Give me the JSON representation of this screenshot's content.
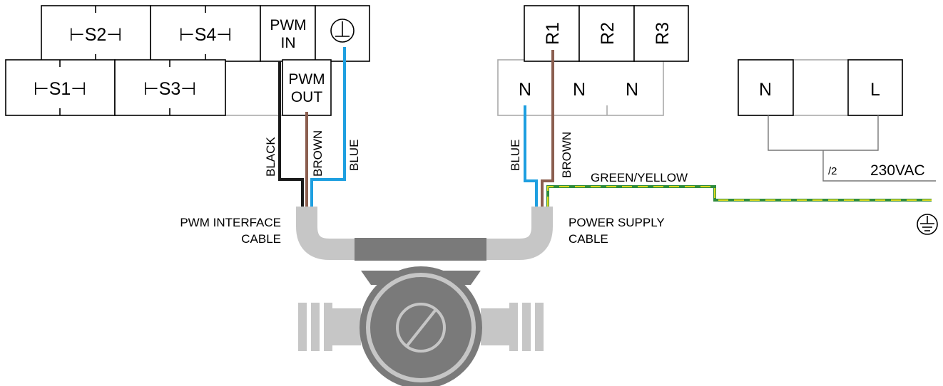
{
  "terminals_left": {
    "s1": "⊢S1⊣",
    "s2": "⊢S2⊣",
    "s3": "⊢S3⊣",
    "s4": "⊢S4⊣",
    "pwm_in": [
      "PWM",
      "IN"
    ],
    "pwm_out": [
      "PWM",
      "OUT"
    ]
  },
  "relays": {
    "r1": "R1",
    "r2": "R2",
    "r3": "R3",
    "n1": "N",
    "n2": "N",
    "n3": "N"
  },
  "mains": {
    "n": "N",
    "l": "L",
    "fuse": "/2",
    "voltage": "230VAC"
  },
  "wires": {
    "black": "BLACK",
    "brown_left": "BROWN",
    "blue_left": "BLUE",
    "blue_right": "BLUE",
    "brown_right": "BROWN",
    "green_yellow": "GREEN/YELLOW"
  },
  "cables": {
    "pwm": [
      "PWM INTERFACE",
      "CABLE"
    ],
    "power": [
      "POWER SUPPLY",
      "CABLE"
    ]
  },
  "colors": {
    "black": "#1a1a1a",
    "brown": "#8b5e4f",
    "blue": "#1e9fe0",
    "green": "#2e8b3d",
    "yellow": "#f0e31c",
    "cable_gray": "#c6c6c6",
    "pump_dark": "#7a7a7a"
  }
}
